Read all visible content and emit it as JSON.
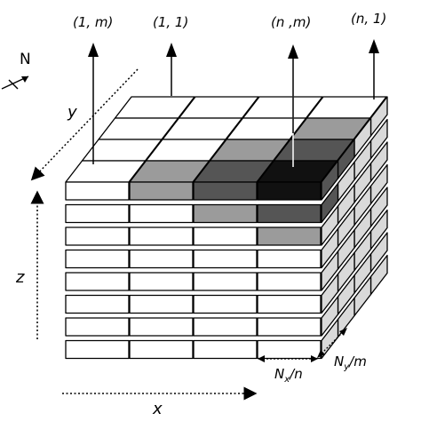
{
  "labels": {
    "compass": "N",
    "top": [
      "(1, m)",
      "(1, 1)",
      "(n ,m)",
      "(n, 1)"
    ],
    "axis_x": "x",
    "axis_y": "y",
    "axis_z": "z",
    "dim_x": "N",
    "dim_x_sub": "x",
    "dim_x_tail": "/n",
    "dim_y": "N",
    "dim_y_sub": "y",
    "dim_y_tail": "/m"
  },
  "colors": {
    "white": "#ffffff",
    "light_gray": "#d9d9d9",
    "mid_gray": "#9b9b9b",
    "dark_gray": "#555555",
    "black": "#111111",
    "stroke": "#000000"
  },
  "grid": {
    "columns": 4,
    "depth_rows": 4,
    "layers": 8
  }
}
